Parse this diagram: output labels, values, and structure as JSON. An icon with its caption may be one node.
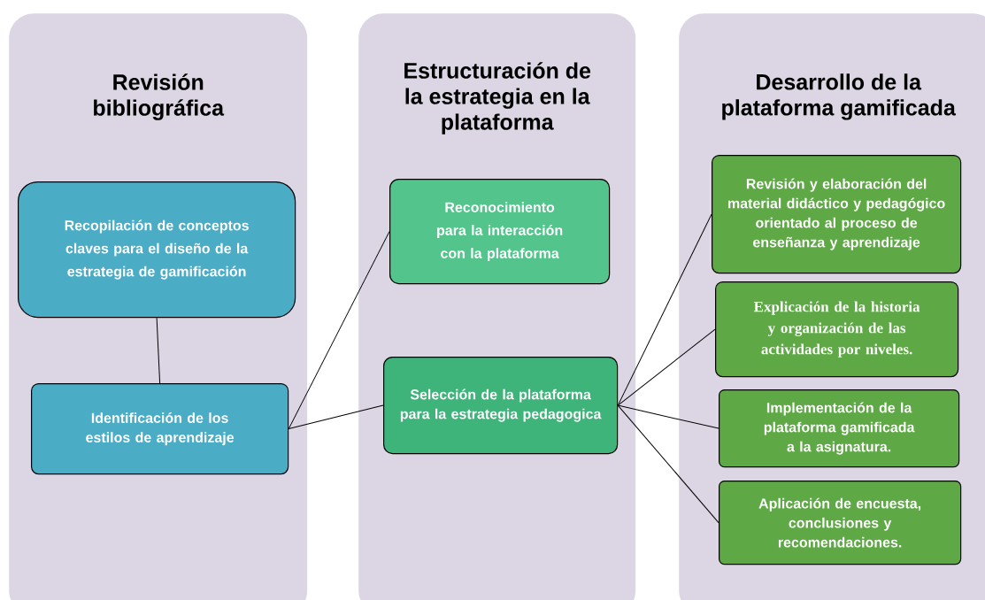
{
  "diagram": {
    "nodes": [
      {
        "text": [
          "Revisión bibliográfica"
        ]
      },
      {
        "text": [
          "Estructuración de la estrategia en la plataforma"
        ]
      },
      {
        "text": [
          "Desarrollo de la plataforma gamificada"
        ]
      },
      {
        "text": [
          "Recopilación de conceptos claves para el diseño de la estrategia de gamificación"
        ],
        "in": 0
      },
      {
        "text": [
          "Identificación de los estilos de aprendizaje"
        ],
        "in": 0
      },
      {
        "text": [
          "Reconocimiento para la interacción con la plataforma"
        ],
        "in": 1
      },
      {
        "text": [
          "Selección de la plataforma para la estrategia pedagogica"
        ],
        "in": 1
      },
      {
        "text": [
          "Revisión y elaboración del material didáctico y pedagógico orientado al proceso de enseñanza y aprendizaje"
        ],
        "in": 2
      },
      {
        "text": [
          "Explicación de la historia y organización de las actividades por niveles."
        ],
        "in": 2
      },
      {
        "text": [
          "Implementación de la plataforma gamificada a la asignatura."
        ],
        "in": 2
      },
      {
        "text": [
          "Aplicación de encuesta, conclusiones y recomendaciones."
        ],
        "in": 2
      }
    ],
    "edges": [
      {
        "from": 3,
        "to": 4,
        "arrow": "none"
      },
      {
        "from": 4,
        "to": 5,
        "arrow": "none"
      },
      {
        "from": 4,
        "to": 6,
        "arrow": "none"
      },
      {
        "from": 6,
        "to": 7,
        "arrow": "none"
      },
      {
        "from": 6,
        "to": 8,
        "arrow": "none"
      },
      {
        "from": 6,
        "to": 9,
        "arrow": "none"
      },
      {
        "from": 6,
        "to": 10,
        "arrow": "none"
      }
    ]
  }
}
